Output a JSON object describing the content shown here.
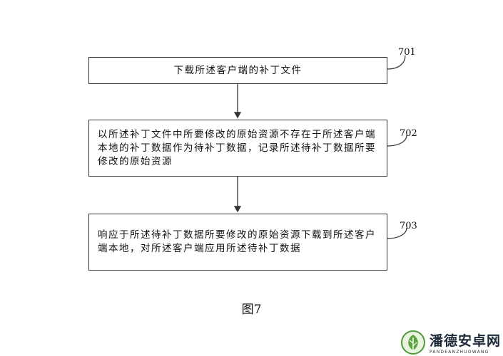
{
  "steps": [
    {
      "ref": "701",
      "text": "下载所述客户端的补丁文件"
    },
    {
      "ref": "702",
      "lines": [
        "以所述补丁文件中所要修改的原始资源不存在于所述客户端",
        "本地的补丁数据作为待补丁数据，记录所述待补丁数据所要",
        "修改的原始资源"
      ]
    },
    {
      "ref": "703",
      "lines": [
        "响应于所述待补丁数据所要修改的原始资源下载到所述客户",
        "端本地，对所述客户端应用所述待补丁数据"
      ]
    }
  ],
  "figure_caption": "图7",
  "watermark": {
    "name": "潘德安卓网",
    "url": "PANDEANZHUOWANG",
    "icon": "leaf-logo-icon"
  }
}
